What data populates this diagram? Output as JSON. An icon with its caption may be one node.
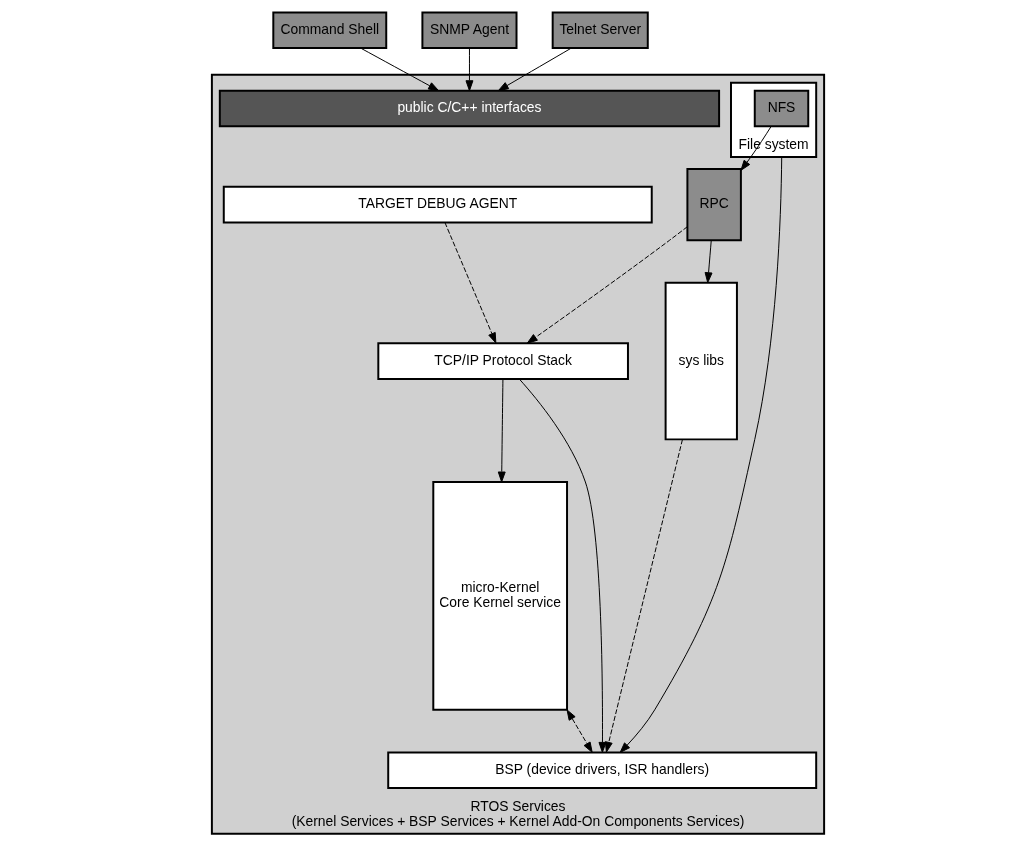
{
  "diagram": {
    "nodes": [
      {
        "text": [
          "Command Shell"
        ]
      },
      {
        "text": [
          "SNMP Agent"
        ]
      },
      {
        "text": [
          "Telnet Server"
        ]
      },
      {
        "text": [
          "RTOS Services",
          "(Kernel Services + BSP Services + Kernel Add-On Components Services)"
        ]
      },
      {
        "text": [
          "public C/C++ interfaces"
        ],
        "in": 3
      },
      {
        "text": [
          "TARGET DEBUG AGENT"
        ],
        "in": 3
      },
      {
        "text": [
          "micro-Kernel",
          "Core Kernel service"
        ],
        "in": 3
      },
      {
        "text": [
          "sys libs"
        ],
        "in": 3
      },
      {
        "text": [
          "RPC"
        ],
        "in": 3
      },
      {
        "text": [
          "File system"
        ],
        "in": 3
      },
      {
        "text": [
          "NFS"
        ],
        "in": 9
      },
      {
        "text": [
          "TCP/IP Protocol Stack"
        ],
        "in": 3
      },
      {
        "text": [
          "BSP (device drivers, ISR handlers)"
        ],
        "in": 3
      }
    ],
    "edges": [
      {
        "from": 0,
        "to": 4,
        "arrow": "to"
      },
      {
        "from": 1,
        "to": 4,
        "arrow": "to"
      },
      {
        "from": 2,
        "to": 4,
        "arrow": "to"
      },
      {
        "from": 8,
        "to": 7,
        "arrow": "to"
      },
      {
        "from": 10,
        "to": 8,
        "arrow": "to"
      },
      {
        "from": 5,
        "to": 11,
        "arrow": "to",
        "style": "dashed"
      },
      {
        "from": 8,
        "to": 11,
        "arrow": "to",
        "style": "dashed"
      },
      {
        "from": 11,
        "to": 6,
        "arrow": "to"
      },
      {
        "from": 7,
        "to": 12,
        "arrow": "to",
        "style": "dashed"
      },
      {
        "from": 11,
        "to": 12,
        "arrow": "to"
      },
      {
        "from": 9,
        "to": 12,
        "arrow": "to"
      },
      {
        "from": 6,
        "to": 12,
        "arrow": "both",
        "style": "dashed"
      }
    ]
  }
}
